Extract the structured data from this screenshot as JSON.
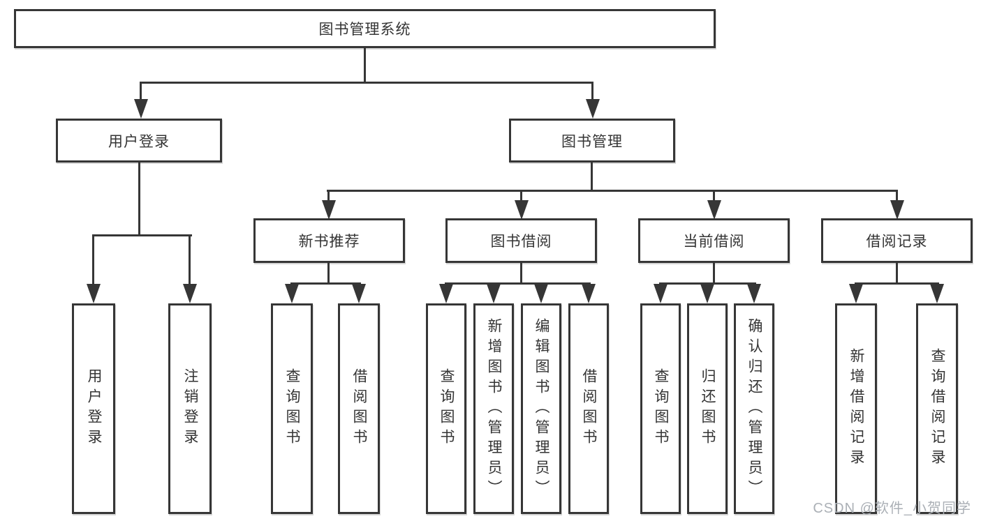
{
  "diagram_type": "hierarchy-tree",
  "colors": {
    "line": "#363636",
    "box_border": "#363636",
    "box_fill": "#ffffff",
    "text": "#343434",
    "watermark_text": "#abb0b6",
    "background": "#ffffff"
  },
  "tree": {
    "root": "图书管理系统",
    "branches": [
      {
        "label": "用户登录",
        "children": [
          "用户登录",
          "注销登录"
        ]
      },
      {
        "label": "图书管理",
        "groups": [
          {
            "label": "新书推荐",
            "children": [
              "查询图书",
              "借阅图书"
            ]
          },
          {
            "label": "图书借阅",
            "children": [
              "查询图书",
              "新增图书（管理员）",
              "编辑图书（管理员）",
              "借阅图书"
            ]
          },
          {
            "label": "当前借阅",
            "children": [
              "查询图书",
              "归还图书",
              "确认归还（管理员）"
            ]
          },
          {
            "label": "借阅记录",
            "children": [
              "新增借阅记录",
              "查询借阅记录"
            ]
          }
        ]
      }
    ]
  },
  "watermark": {
    "text": "CSDN @软件_小贺同学"
  }
}
